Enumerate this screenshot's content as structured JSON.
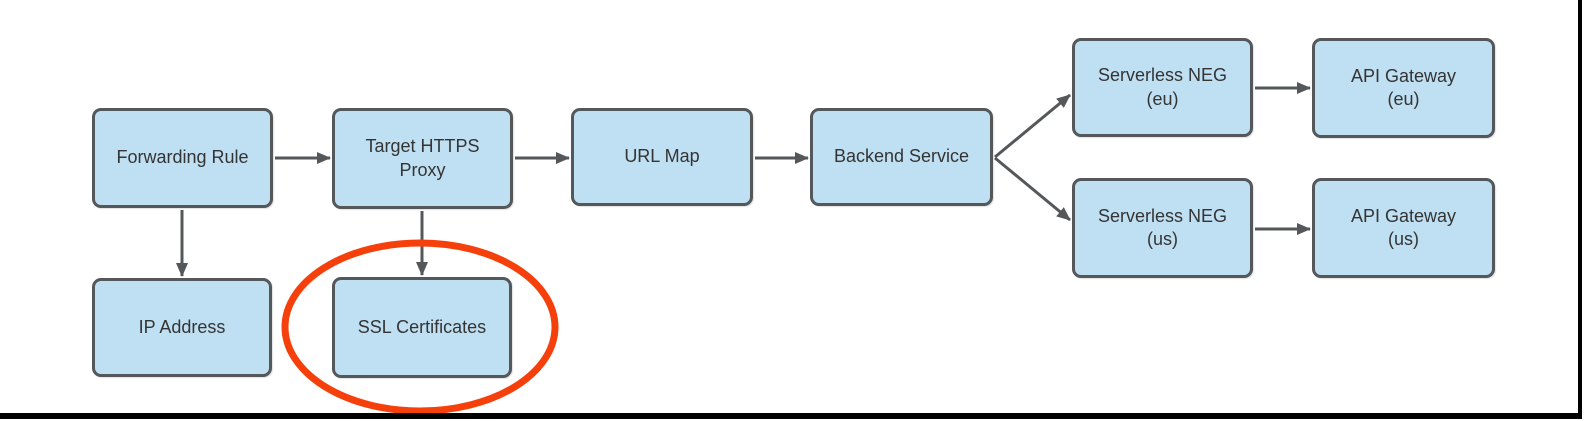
{
  "diagram": {
    "description": "Load balancer architecture flow diagram",
    "nodes": {
      "forwarding_rule": {
        "label": "Forwarding Rule"
      },
      "target_https_proxy": {
        "label": "Target HTTPS Proxy"
      },
      "url_map": {
        "label": "URL Map"
      },
      "backend_service": {
        "label": "Backend Service"
      },
      "serverless_neg_eu": {
        "label": "Serverless NEG",
        "sublabel": "(eu)"
      },
      "api_gateway_eu": {
        "label": "API Gateway",
        "sublabel": "(eu)"
      },
      "serverless_neg_us": {
        "label": "Serverless NEG",
        "sublabel": "(us)"
      },
      "api_gateway_us": {
        "label": "API Gateway",
        "sublabel": "(us)"
      },
      "ip_address": {
        "label": "IP Address"
      },
      "ssl_certificates": {
        "label": "SSL Certificates"
      }
    },
    "edges": [
      {
        "from": "forwarding_rule",
        "to": "target_https_proxy"
      },
      {
        "from": "target_https_proxy",
        "to": "url_map"
      },
      {
        "from": "url_map",
        "to": "backend_service"
      },
      {
        "from": "backend_service",
        "to": "serverless_neg_eu"
      },
      {
        "from": "backend_service",
        "to": "serverless_neg_us"
      },
      {
        "from": "serverless_neg_eu",
        "to": "api_gateway_eu"
      },
      {
        "from": "serverless_neg_us",
        "to": "api_gateway_us"
      },
      {
        "from": "forwarding_rule",
        "to": "ip_address"
      },
      {
        "from": "target_https_proxy",
        "to": "ssl_certificates"
      }
    ],
    "annotation": {
      "type": "ellipse-highlight",
      "around": "ssl_certificates",
      "color": "#F5400C"
    },
    "colors": {
      "node_fill": "#BFDFF2",
      "node_border": "#54585B",
      "arrow": "#55585A",
      "highlight": "#F5400C",
      "frame": "#000000"
    }
  }
}
